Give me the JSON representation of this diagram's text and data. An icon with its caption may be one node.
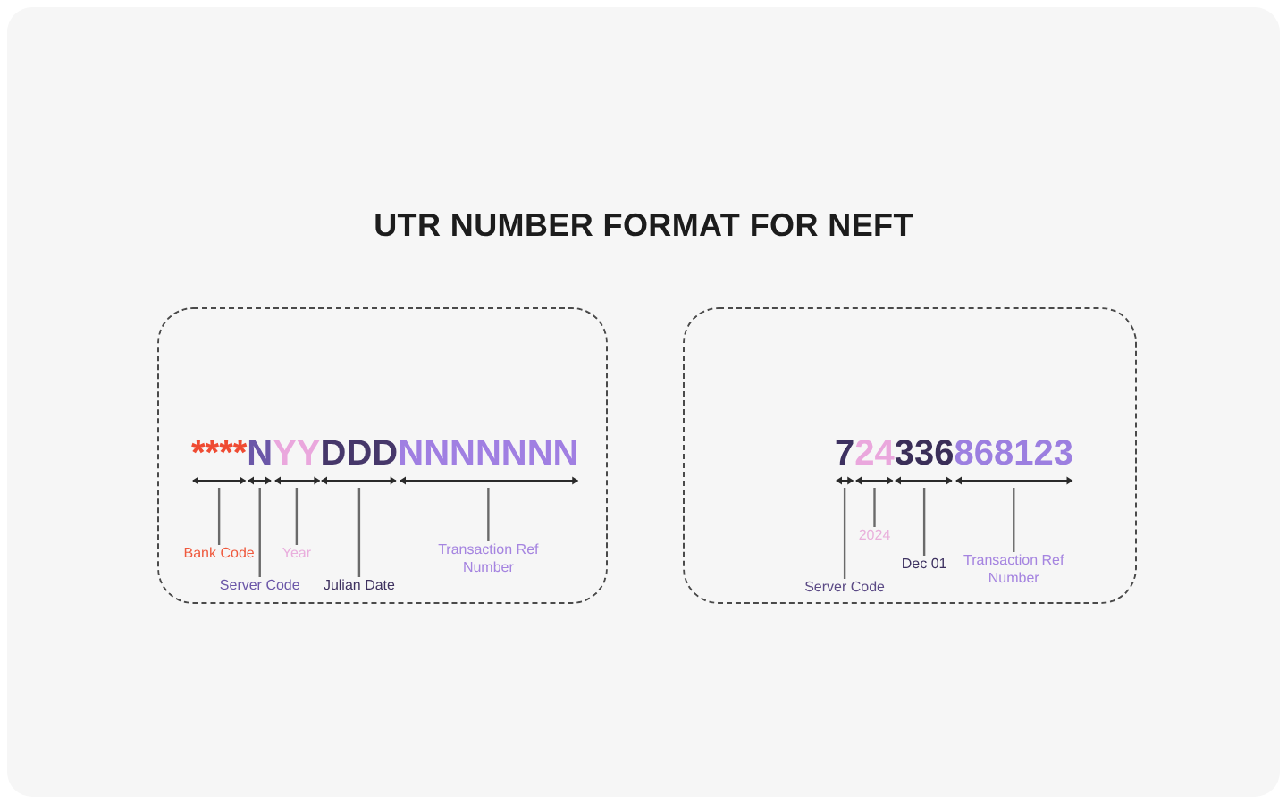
{
  "diagram": {
    "title": "UTR NUMBER FORMAT FOR NEFT",
    "nodes": [
      {
        "text": [],
        "shape": "box"
      },
      {
        "text": [
          "****"
        ],
        "in": 0
      },
      {
        "text": [
          "N"
        ],
        "in": 0
      },
      {
        "text": [
          "YY"
        ],
        "in": 0
      },
      {
        "text": [
          "DDD"
        ],
        "in": 0
      },
      {
        "text": [
          "NNNNNNN"
        ],
        "in": 0
      },
      {
        "text": [
          "Bank Code"
        ],
        "in": 0
      },
      {
        "text": [
          "Year"
        ],
        "in": 0
      },
      {
        "text": [
          "Transaction Ref Number"
        ],
        "in": 0
      },
      {
        "text": [
          "Server Code"
        ],
        "in": 0
      },
      {
        "text": [
          "Julian Date"
        ],
        "in": 0
      },
      {
        "text": [],
        "shape": "box"
      },
      {
        "text": [
          "7"
        ],
        "in": 11
      },
      {
        "text": [
          "24"
        ],
        "in": 11
      },
      {
        "text": [
          "336"
        ],
        "in": 11
      },
      {
        "text": [
          "868123"
        ],
        "in": 11
      },
      {
        "text": [
          "2024"
        ],
        "in": 11
      },
      {
        "text": [
          "Dec 01"
        ],
        "in": 11
      },
      {
        "text": [
          "Transaction Ref Number"
        ],
        "in": 11
      },
      {
        "text": [
          "Server Code"
        ],
        "in": 11
      }
    ],
    "edges": [
      {
        "from": 6,
        "to": 1,
        "arrow": "none"
      },
      {
        "from": 7,
        "to": 3,
        "arrow": "none"
      },
      {
        "from": 8,
        "to": 5,
        "arrow": "none"
      },
      {
        "from": 9,
        "to": 2,
        "arrow": "none"
      },
      {
        "from": 10,
        "to": 4,
        "arrow": "none"
      },
      {
        "from": 16,
        "to": 13,
        "arrow": "none"
      },
      {
        "from": 17,
        "to": 14,
        "arrow": "none"
      },
      {
        "from": 18,
        "to": 15,
        "arrow": "none"
      },
      {
        "from": 19,
        "to": 12,
        "arrow": "none"
      }
    ]
  }
}
